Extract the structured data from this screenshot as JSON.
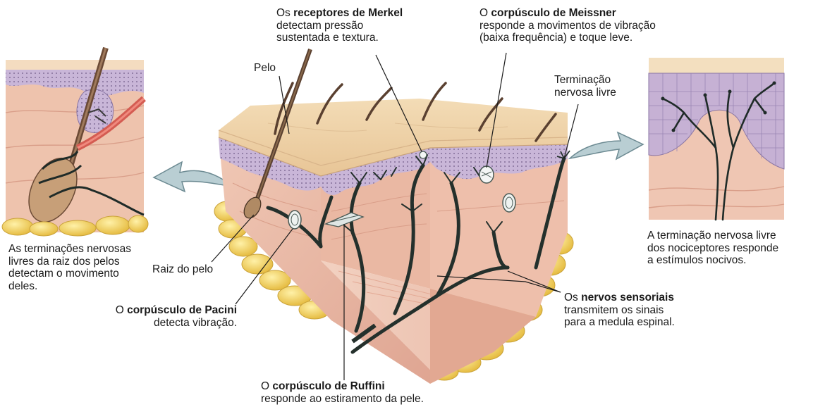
{
  "labels": {
    "merkel": {
      "pre": "Os ",
      "bold": "receptores de Merkel",
      "post": "",
      "lines": [
        "detectam pressão",
        "sustentada e textura."
      ]
    },
    "meissner": {
      "pre": "O ",
      "bold": "corpúsculo de Meissner",
      "post": "",
      "lines": [
        "responde a movimentos de vibração",
        "(baixa frequência) e toque leve."
      ]
    },
    "pelo": "Pelo",
    "terminacao": [
      "Terminação",
      "nervosa livre"
    ],
    "nociceptores": [
      "A terminação nervosa livre",
      "dos nociceptores responde",
      "a estímulos nocivos."
    ],
    "raiz_pelos": [
      "As terminações nervosas",
      "livres da raiz dos pelos",
      "detectam o movimento",
      "deles."
    ],
    "raiz_do_pelo": "Raiz do pelo",
    "pacini": {
      "pre": "O ",
      "bold": "corpúsculo de Pacini",
      "post": "",
      "lines": [
        "detecta vibração."
      ]
    },
    "nervos": {
      "pre": "Os ",
      "bold": "nervos sensoriais",
      "post": "",
      "lines": [
        "transmitem os sinais",
        "para a medula espinal."
      ]
    },
    "ruffini": {
      "pre": "O ",
      "bold": "corpúsculo de ",
      "bold2": "Ruffini",
      "lines": [
        "responde ao estiramento da pele."
      ]
    }
  },
  "colors": {
    "dermis": "#ecc0ad",
    "dermis_dark": "#dca08c",
    "epidermis_top": "#f1d6ae",
    "epidermis_purple": "#b9a6cc",
    "fat": "#f3d15c",
    "nerve": "#2b3a35",
    "hair": "#5a4030"
  }
}
